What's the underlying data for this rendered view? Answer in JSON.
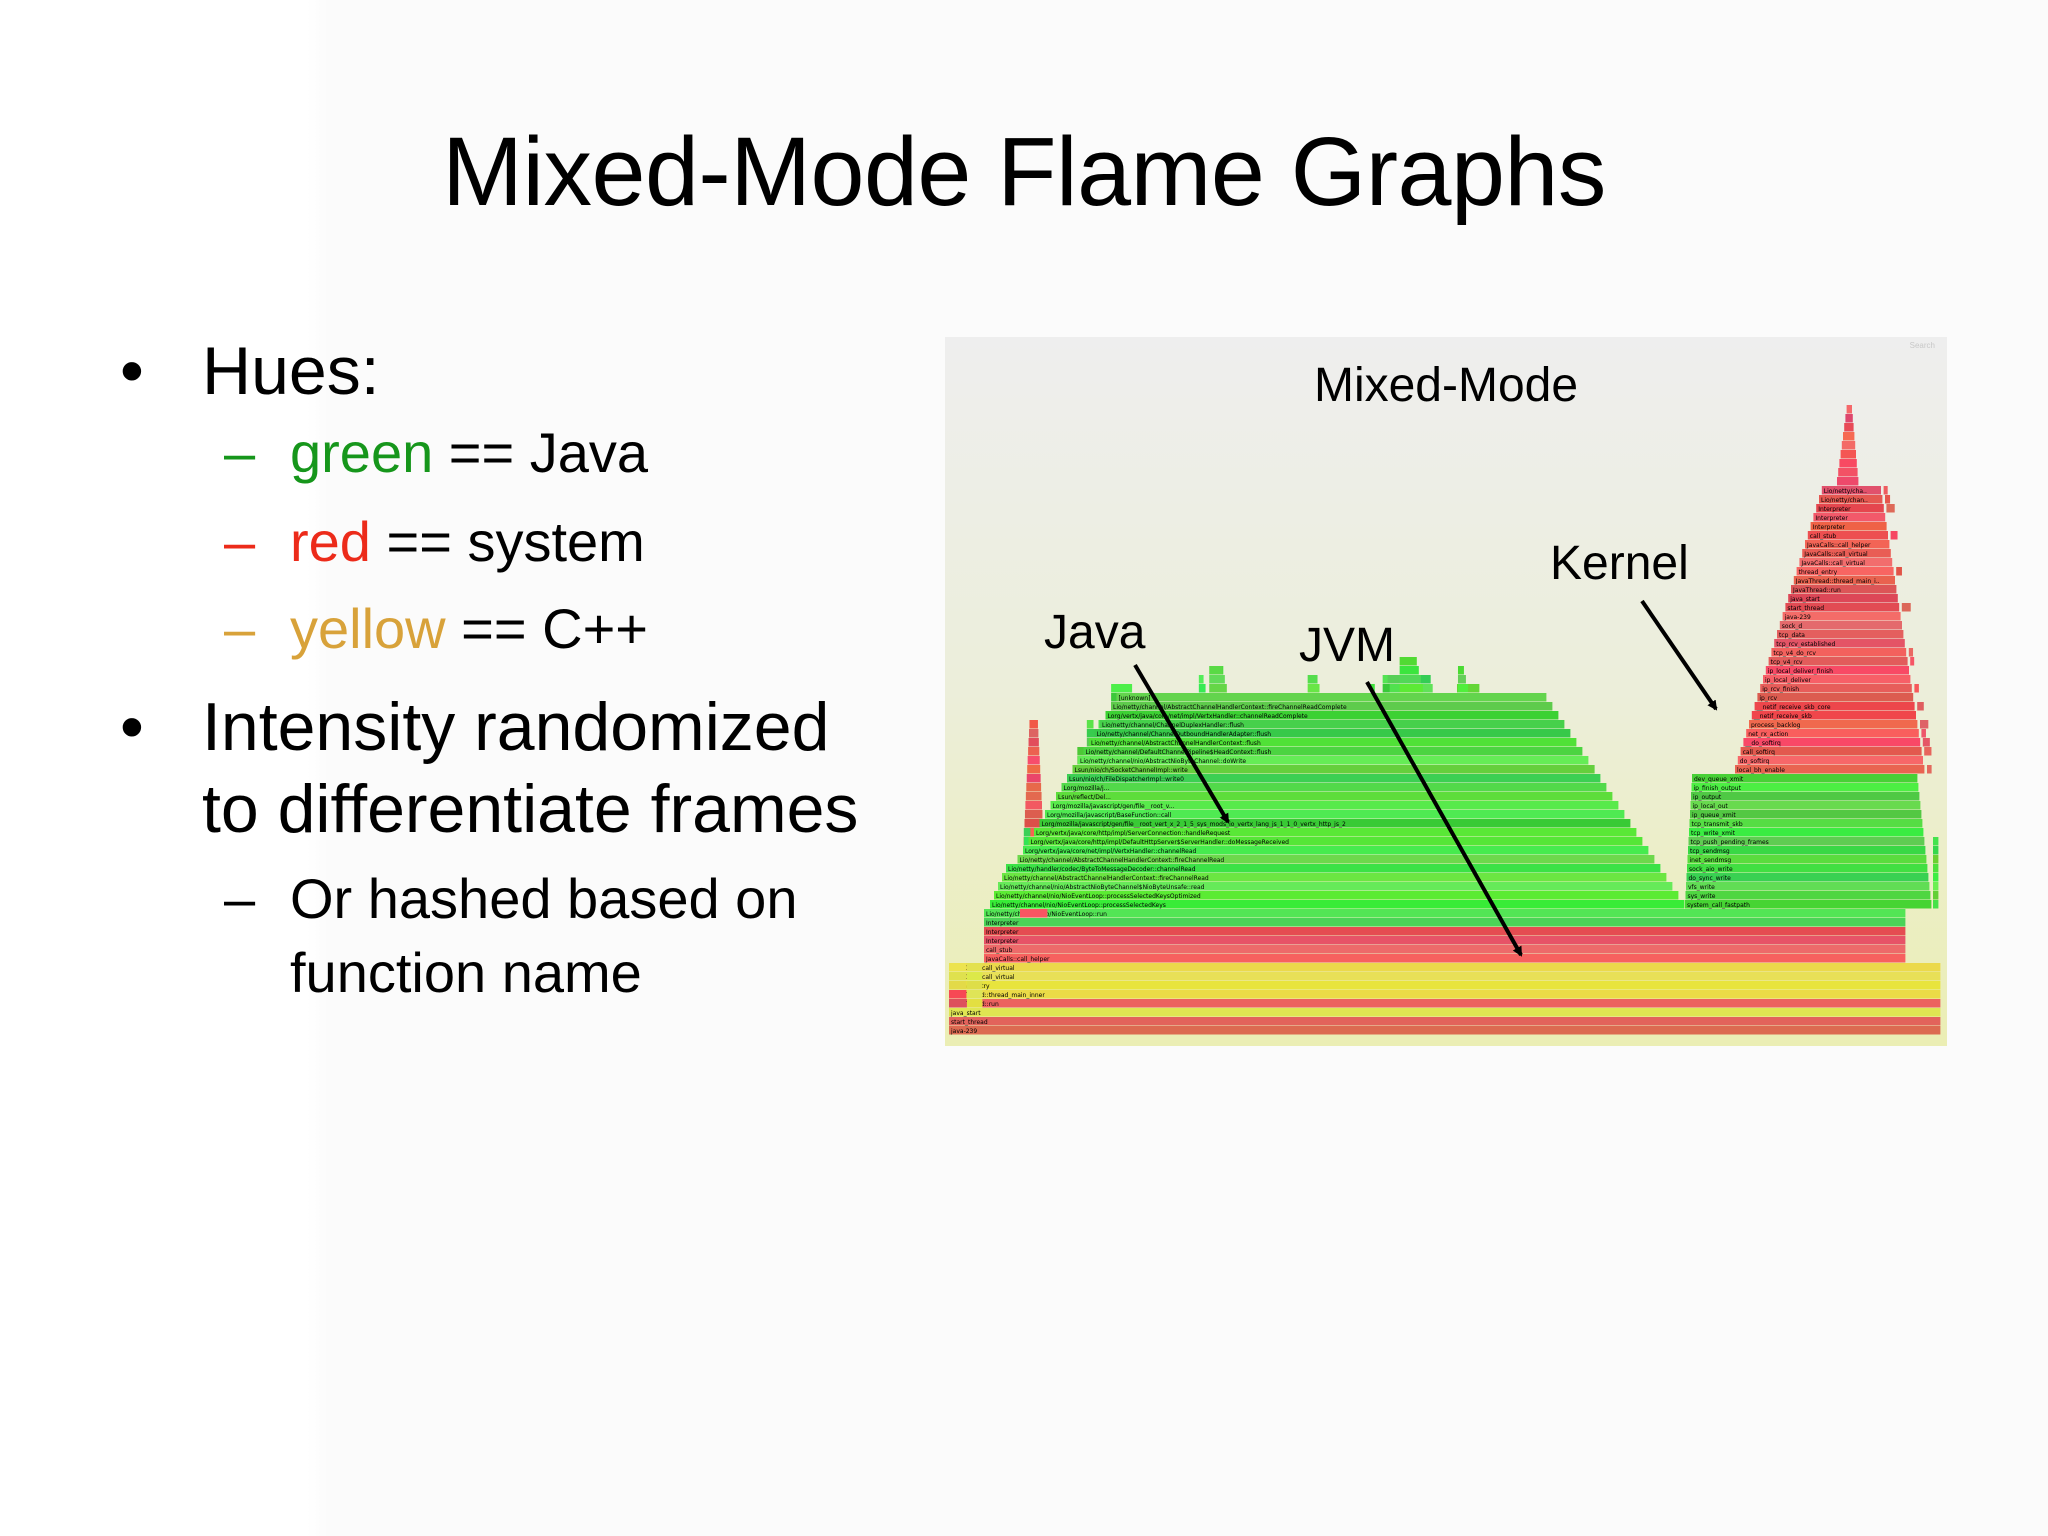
{
  "slide": {
    "title": "Mixed-Mode Flame Graphs",
    "bullets": {
      "hues": "Hues:",
      "green_word": "green",
      "green_rest": " == Java",
      "red_word": "red",
      "red_rest": " == system",
      "yellow_word": "yellow",
      "yellow_rest": " == C++",
      "intensity_line1": "Intensity randomized",
      "intensity_line2": "to differentiate frames",
      "hashed_line1": "Or hashed based on",
      "hashed_line2": "function name",
      "bullet_glyph": "•",
      "dash_glyph": "–"
    }
  },
  "flamegraph": {
    "title": "Mixed-Mode",
    "annotations": {
      "java": "Java",
      "jvm": "JVM",
      "kernel": "Kernel"
    },
    "corner_text": "Search",
    "colors": {
      "java_green": "#43d643",
      "system_red": "#e65a5a",
      "cpp_yellow": "#d9d94a",
      "arrow": "#000000"
    },
    "frame_labels": [
      "java-239",
      "start_thread",
      "java_start",
      "JavaThread::run",
      "JavaThread::thread_main_inner",
      "thread_entry",
      "JavaCalls::call_virtual",
      "JavaCalls::call_virtual",
      "JavaCalls::call_helper",
      "call_stub",
      "Interpreter",
      "Interpreter",
      "Interpreter",
      "Lio/netty/channel/nio/NioEventLoop::run",
      "Lio/netty/channel/nio/NioEventLoop::processSelectedKeys",
      "Lio/netty/channel/nio/NioEventLoop::processSelectedKeysOptimized",
      "Lio/netty/channel/nio/AbstractNioByteChannel$NioByteUnsafe::read",
      "Lio/netty/channel/AbstractChannelHandlerContext::fireChannelRead",
      "Lio/netty/handler/codec/ByteToMessageDecoder::channelRead",
      "Lio/netty/channel/AbstractChannelHandlerContext::fireChannelRead",
      "Lorg/vertx/java/core/net/impl/VertxHandler::channelRead",
      "Lorg/vertx/java/core/http/impl/DefaultHttpServer$ServerHandler::doMessageReceived",
      "Lorg/vertx/java/core/http/impl/ServerConnection::handleRequest",
      "Lorg/mozilla/javascript/gen/file__root_vert_x_2_1_5_sys_mods_io_vertx_lang_js_1_1_0_vertx_http_js_2",
      "Lorg/mozilla/javascript/BaseFunction::call",
      "Lorg/mozilla/javascript/gen/file__root_v...",
      "Lsun/reflect/Del...",
      "Lorg/mozilla/j...",
      "Lsun/nio/ch/FileDispatcherImpl::write0",
      "Lsun/nio/ch/SocketChannelImpl::write",
      "Lio/netty/channel/nio/AbstractNioByteChannel::doWrite",
      "Lio/netty/channel/DefaultChannelPipeline$HeadContext::flush",
      "Lio/netty/channel/AbstractChannelHandlerContext::flush",
      "Lio/netty/channel/ChannelOutboundHandlerAdapter::flush",
      "Lio/netty/channel/ChannelDuplexHandler::flush",
      "Lorg/vertx/java/core/net/impl/VertxHandler::channelReadComplete",
      "Lio/netty/channel/AbstractChannelHandlerContext::fireChannelReadComplete",
      "[unknown]",
      "system_call_fastpath",
      "sys_write",
      "vfs_write",
      "do_sync_write",
      "sock_aio_write",
      "inet_sendmsg",
      "tcp_sendmsg",
      "tcp_push_pending_frames",
      "tcp_write_xmit",
      "tcp_transmit_skb",
      "ip_queue_xmit",
      "ip_local_out",
      "ip_output",
      "ip_finish_output",
      "dev_queue_xmit",
      "local_bh_enable",
      "do_softirq",
      "call_softirq",
      "__do_softirq",
      "net_rx_action",
      "process_backlog",
      "__netif_receive_skb",
      "__netif_receive_skb_core",
      "ip_rcv",
      "ip_rcv_finish",
      "ip_local_deliver",
      "ip_local_deliver_finish",
      "tcp_v4_rcv",
      "tcp_v4_do_rcv",
      "tcp_rcv_established",
      "tcp_data",
      "sock_d"
    ]
  }
}
